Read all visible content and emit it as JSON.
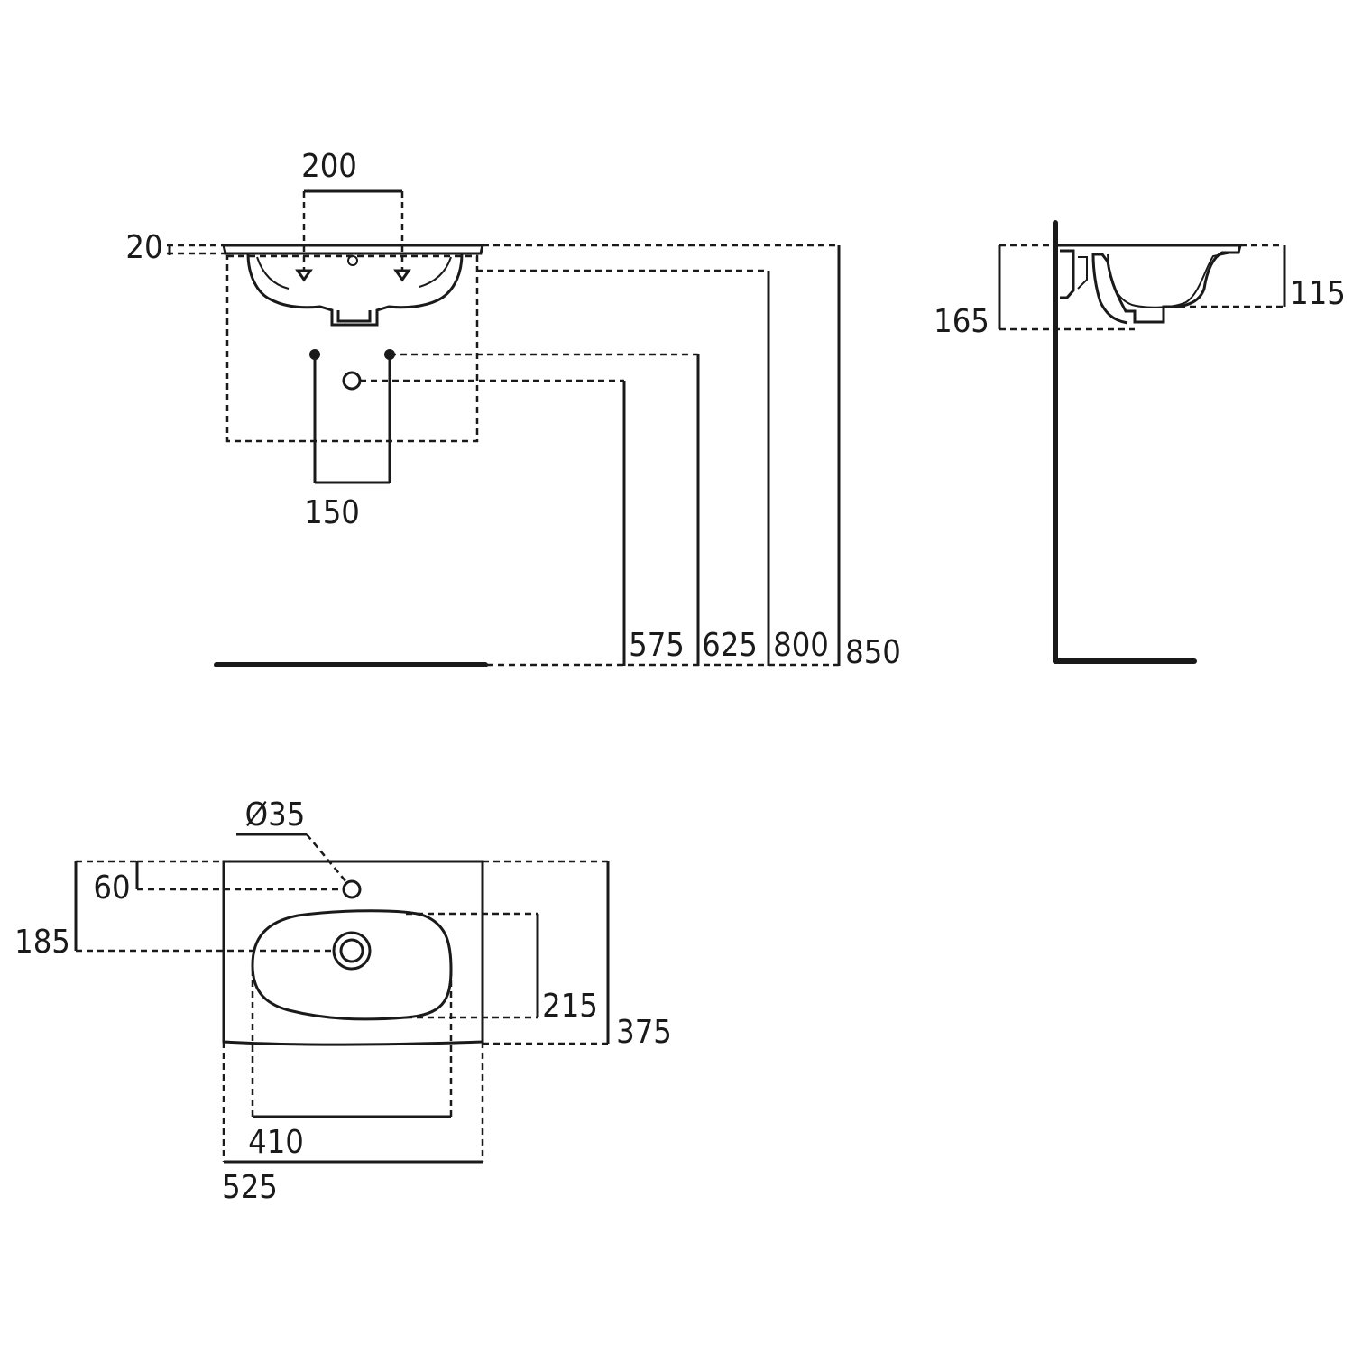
{
  "front_view": {
    "dim_tap_spacing": "200",
    "dim_rim_thickness": "20",
    "dim_waste_spacing": "150",
    "dim_h_575": "575",
    "dim_h_625": "625",
    "dim_h_800": "800",
    "dim_h_850": "850"
  },
  "side_view": {
    "dim_depth_165": "165",
    "dim_depth_115": "115"
  },
  "plan_view": {
    "dim_hole_diameter": "Ø35",
    "dim_hole_offset": "60",
    "dim_waste_offset": "185",
    "dim_bowl_depth": "215",
    "dim_overall_depth": "375",
    "dim_bowl_width": "410",
    "dim_overall_width": "525"
  }
}
